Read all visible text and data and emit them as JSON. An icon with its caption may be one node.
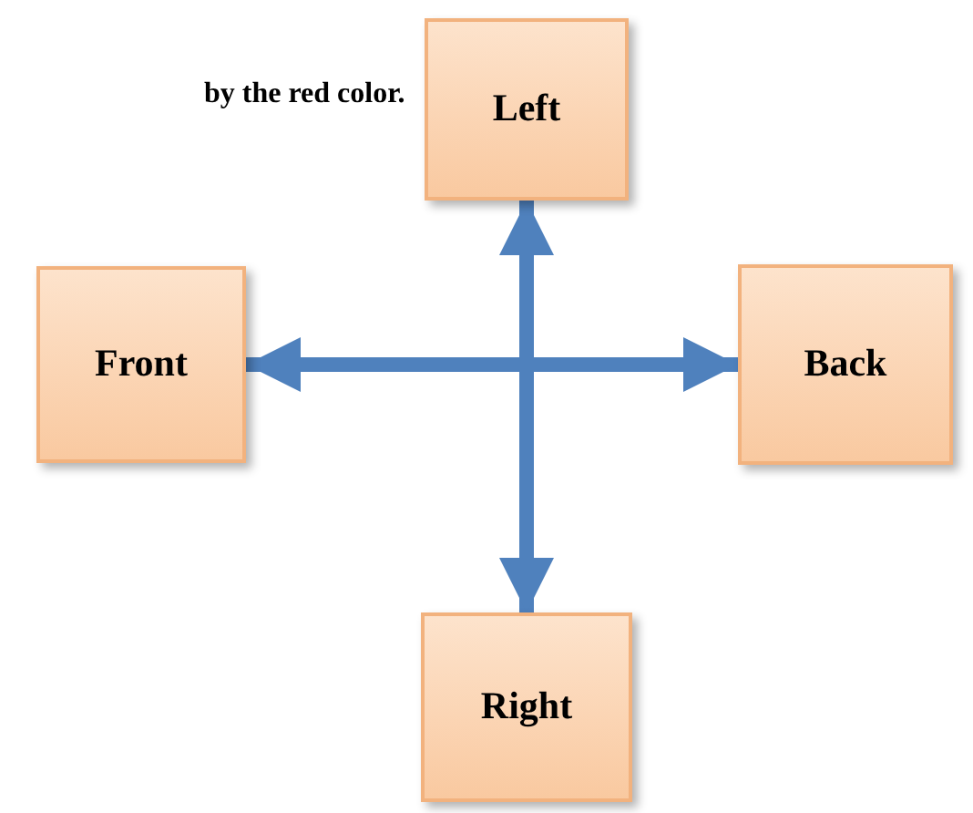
{
  "diagram": {
    "nodes": [
      {
        "text": [
          "Left"
        ]
      },
      {
        "text": [
          "Front"
        ]
      },
      {
        "text": [
          "Back"
        ]
      },
      {
        "text": [
          "Right"
        ]
      }
    ],
    "edges": [
      {
        "from": 1,
        "to": 2,
        "arrow": "both"
      },
      {
        "from": 0,
        "to": 3,
        "arrow": "both"
      }
    ],
    "labels": [
      "by the red color."
    ]
  }
}
